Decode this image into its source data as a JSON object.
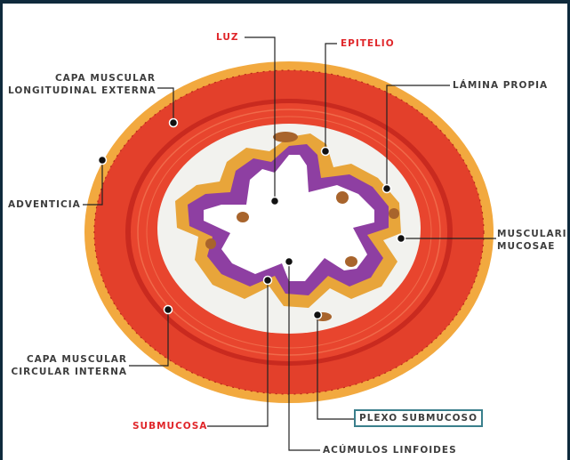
{
  "labels": {
    "luz": "LUZ",
    "epitelio": "EPITELIO",
    "lamina_propia": "LÁMINA PROPIA",
    "capa_long_1": "CAPA MUSCULAR",
    "capa_long_2": "LONGITUDINAL EXTERNA",
    "adventicia": "ADVENTICIA",
    "muscularis_1": "MUSCULARIS",
    "muscularis_2": "MUCOSAE",
    "capa_circ_1": "CAPA MUSCULAR",
    "capa_circ_2": "CIRCULAR INTERNA",
    "submucosa": "SUBMUCOSA",
    "plexo": "PLEXO SUBMUCOSO",
    "acumulos": "ACÚMULOS LINFOIDES"
  },
  "colors": {
    "highlight": "#e0262a",
    "label": "#3d3d3d",
    "box_border": "#3a7f8c",
    "adventitia": "#f0a23a",
    "muscle": "#e5432a",
    "mucosa": "#8b3f9e"
  }
}
